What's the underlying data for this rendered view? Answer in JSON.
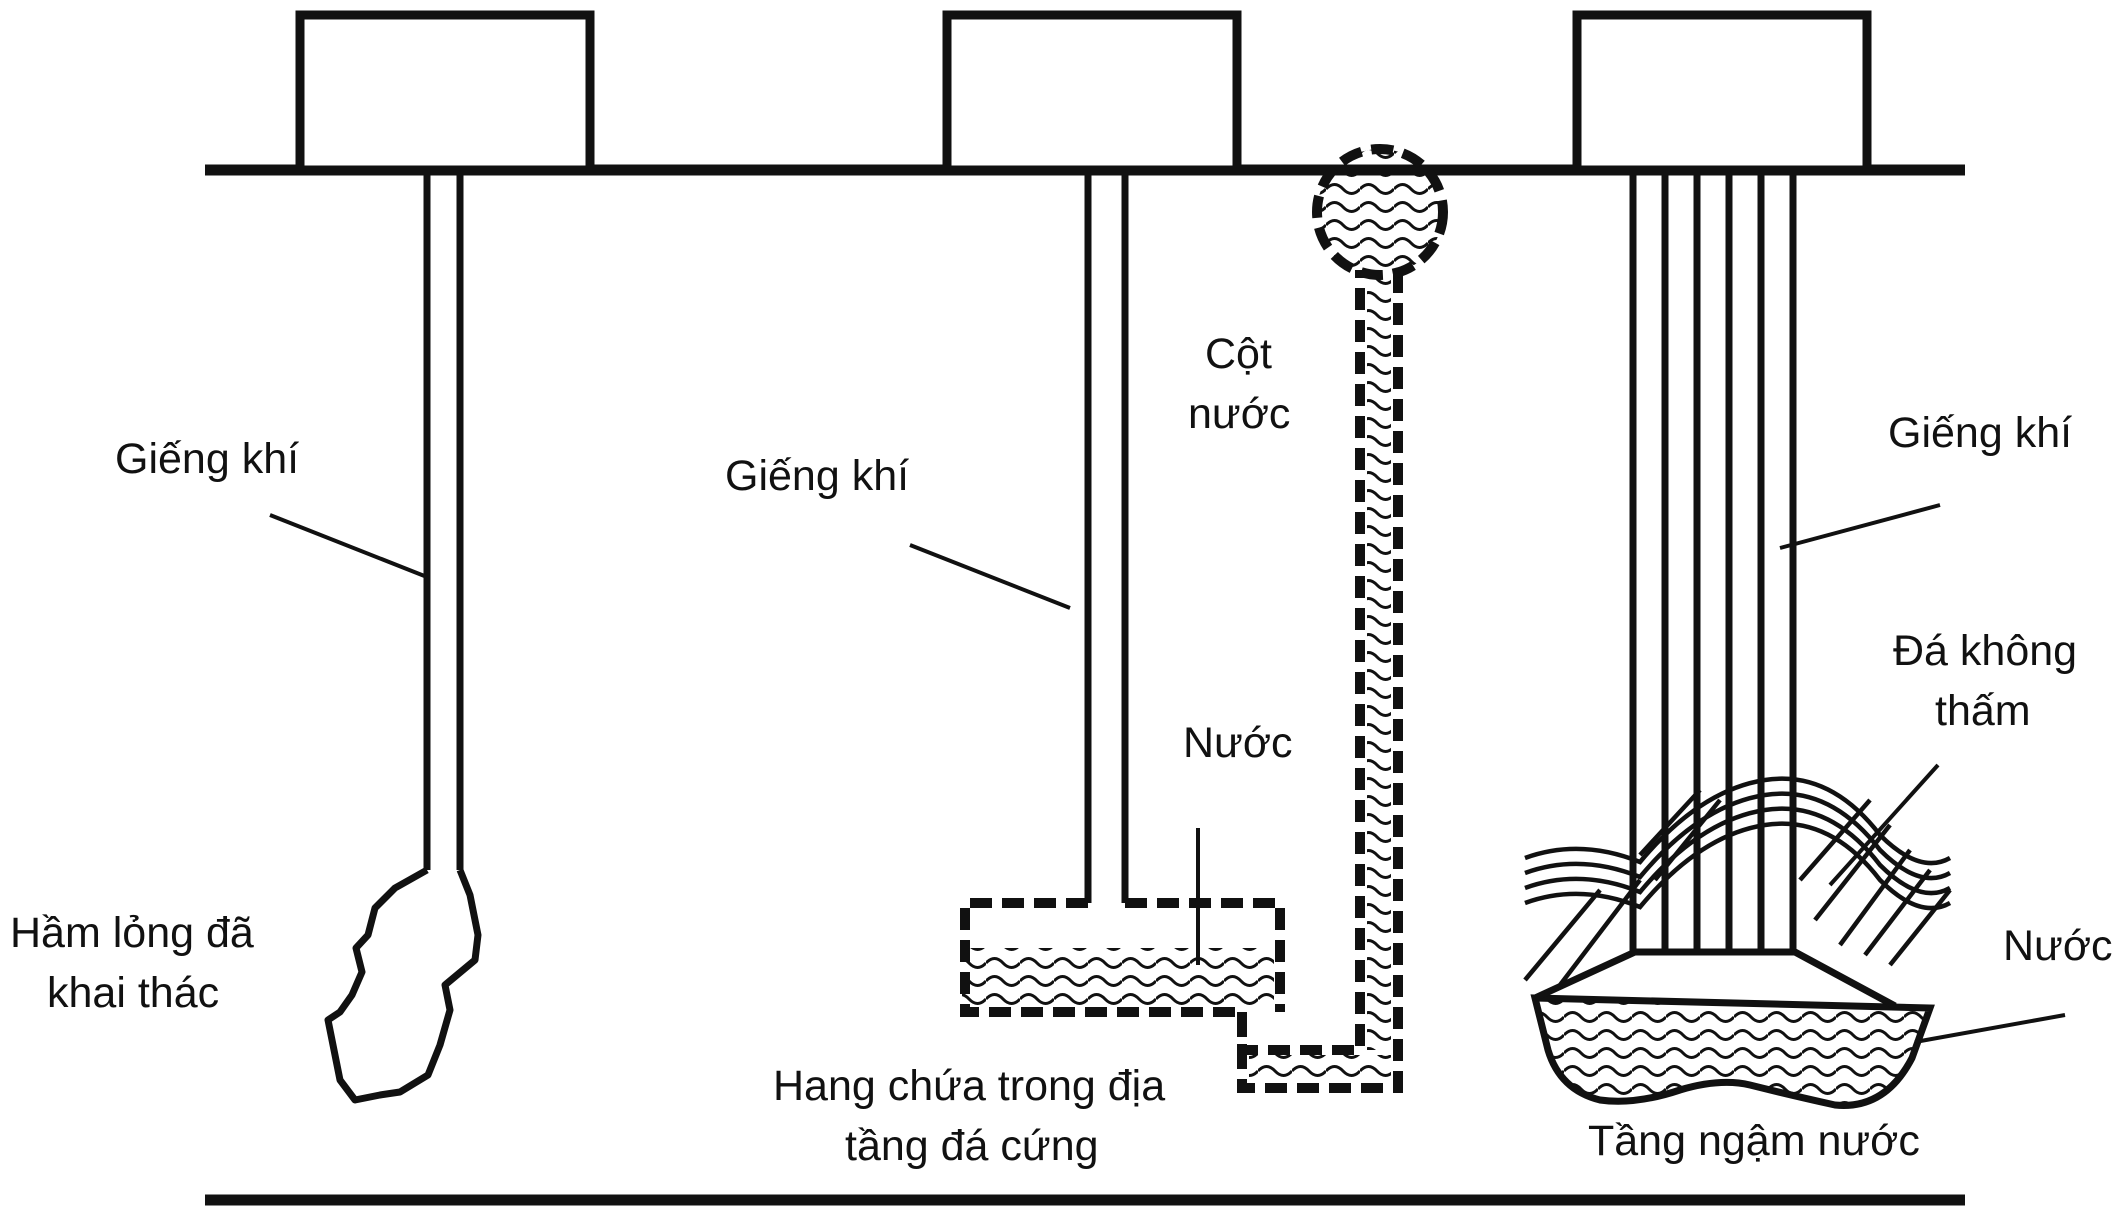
{
  "labels": {
    "well1": "Giếng khí",
    "cavern1_line1": "Hầm lỏng đã",
    "cavern1_line2": "khai thác",
    "well2": "Giếng khí",
    "water_column_line1": "Cột",
    "water_column_line2": "nước",
    "water_mid": "Nước",
    "cavern2_line1": "Hang chứa trong địa",
    "cavern2_line2": "tầng đá cứng",
    "well3": "Giếng khí",
    "impermeable_line1": "Đá không",
    "impermeable_line2": "thấm",
    "water_right": "Nước",
    "aquifer": "Tầng ngậm nước"
  },
  "colors": {
    "ink": "#111111",
    "background": "#ffffff"
  }
}
